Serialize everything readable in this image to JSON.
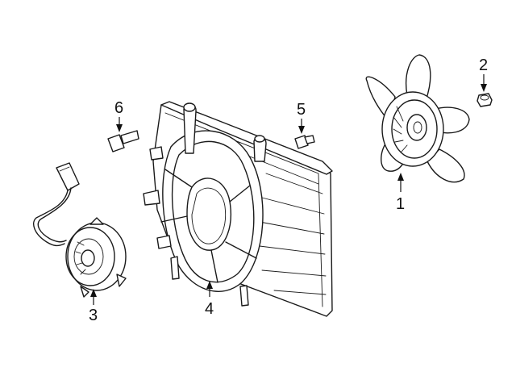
{
  "callouts": [
    {
      "label": "1",
      "part": "fan-blade"
    },
    {
      "label": "2",
      "part": "nut"
    },
    {
      "label": "3",
      "part": "fan-motor"
    },
    {
      "label": "4",
      "part": "fan-shroud"
    },
    {
      "label": "5",
      "part": "bolt"
    },
    {
      "label": "6",
      "part": "bolt"
    }
  ],
  "colors": {
    "line": "#1a1a1a",
    "background": "#ffffff"
  }
}
